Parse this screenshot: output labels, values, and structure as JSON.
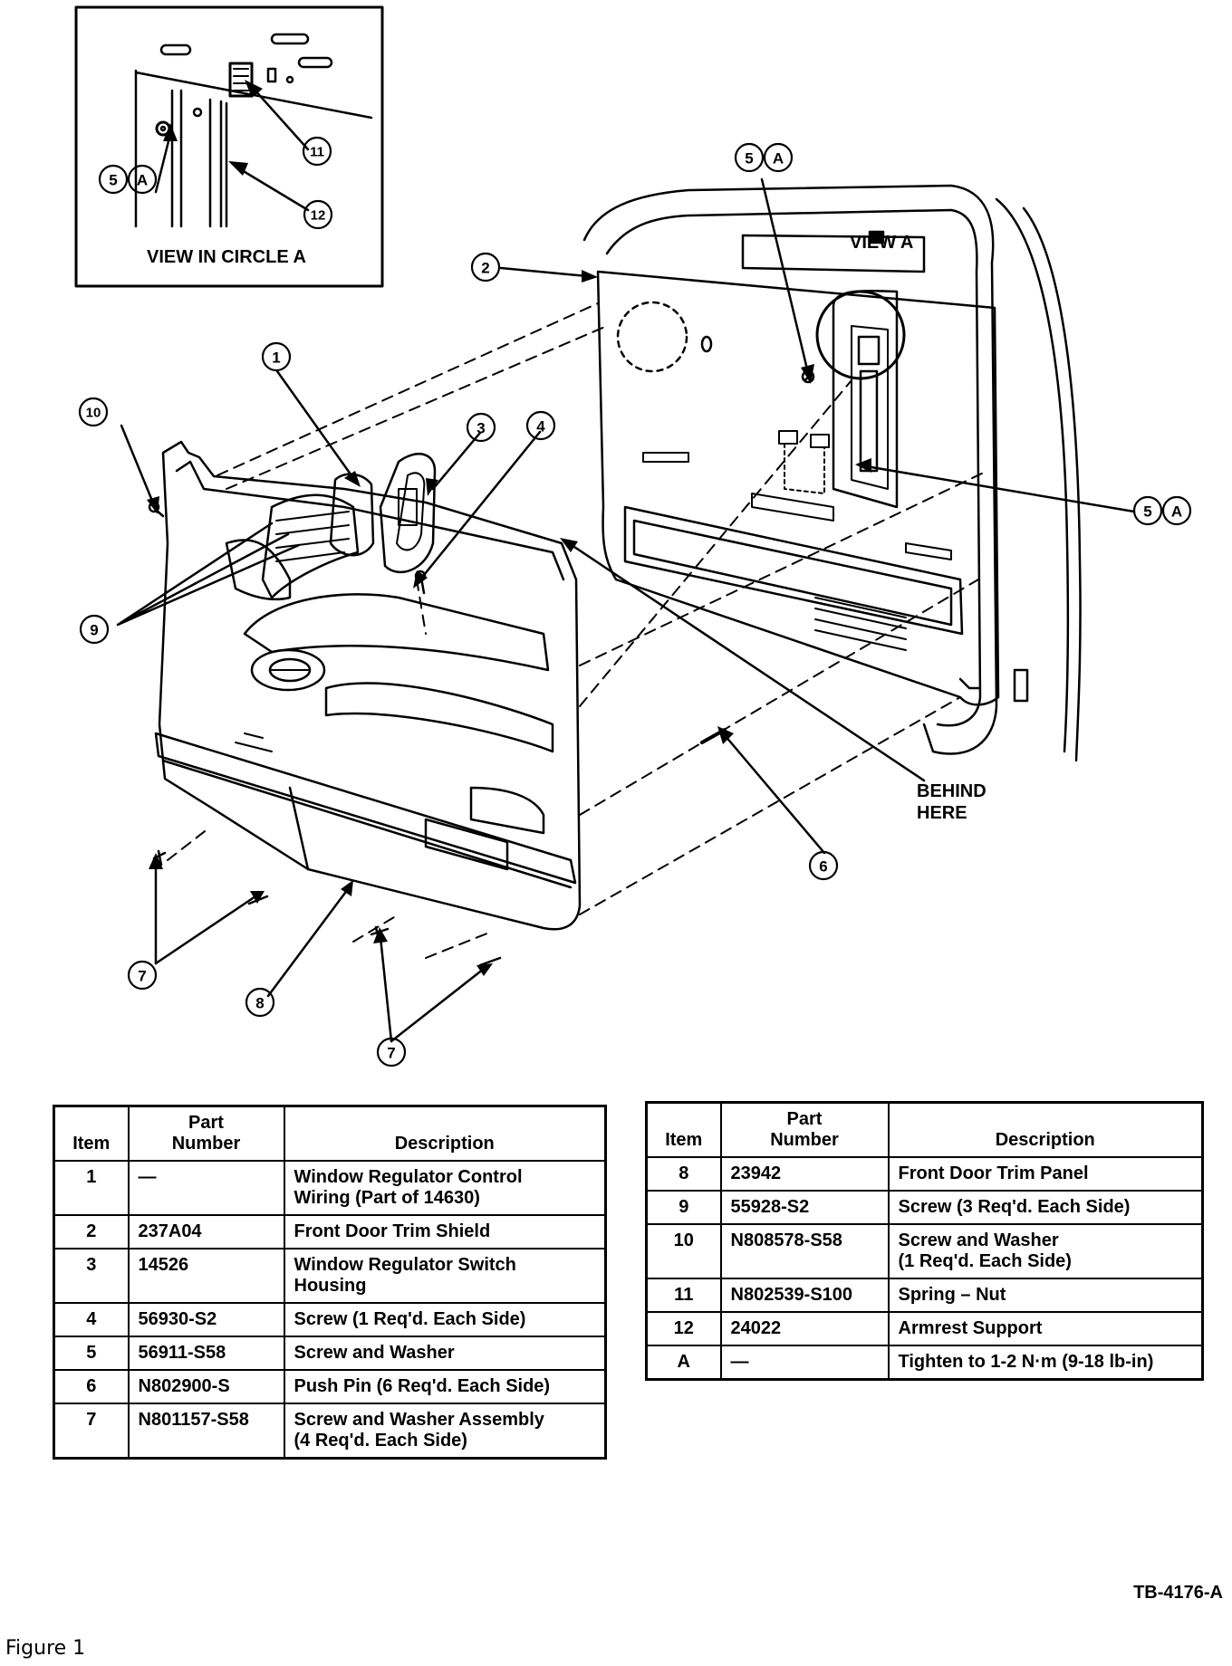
{
  "diagram": {
    "inset_label": "VIEW IN CIRCLE A",
    "view_a_label": "VIEW A",
    "behind_here_label": [
      "BEHIND",
      "HERE"
    ],
    "callouts": {
      "c1": "1",
      "c2": "2",
      "c3": "3",
      "c4": "4",
      "c5_inset": "5",
      "c5_top": "5",
      "c6_right": "5",
      "c6": "6",
      "c7_left": "7",
      "c7_bottom": "7",
      "c8": "8",
      "c9": "9",
      "c10": "10",
      "c11": "11",
      "c12": "12",
      "a": "A"
    }
  },
  "parts_table_left": {
    "headers": {
      "item": "Item",
      "part_number": [
        "Part",
        "Number"
      ],
      "description": "Description"
    },
    "rows": [
      {
        "item": "1",
        "part": "—",
        "desc": [
          "Window Regulator Control",
          "Wiring (Part of 14630)"
        ]
      },
      {
        "item": "2",
        "part": "237A04",
        "desc": [
          "Front Door Trim Shield"
        ]
      },
      {
        "item": "3",
        "part": "14526",
        "desc": [
          "Window Regulator Switch",
          "Housing"
        ]
      },
      {
        "item": "4",
        "part": "56930-S2",
        "desc": [
          "Screw (1 Req'd. Each Side)"
        ]
      },
      {
        "item": "5",
        "part": "56911-S58",
        "desc": [
          "Screw and Washer"
        ]
      },
      {
        "item": "6",
        "part": "N802900-S",
        "desc": [
          "Push Pin (6 Req'd. Each Side)"
        ]
      },
      {
        "item": "7",
        "part": "N801157-S58",
        "desc": [
          "Screw and Washer Assembly",
          "(4 Req'd. Each Side)"
        ]
      }
    ]
  },
  "parts_table_right": {
    "headers": {
      "item": "Item",
      "part_number": [
        "Part",
        "Number"
      ],
      "description": "Description"
    },
    "rows": [
      {
        "item": "8",
        "part": "23942",
        "desc": [
          "Front Door Trim Panel"
        ]
      },
      {
        "item": "9",
        "part": "55928-S2",
        "desc": [
          "Screw (3 Req'd. Each Side)"
        ]
      },
      {
        "item": "10",
        "part": "N808578-S58",
        "desc": [
          "Screw and Washer",
          "(1 Req'd. Each Side)"
        ]
      },
      {
        "item": "11",
        "part": "N802539-S100",
        "desc": [
          "Spring – Nut"
        ]
      },
      {
        "item": "12",
        "part": "24022",
        "desc": [
          "Armrest Support"
        ]
      },
      {
        "item": "A",
        "part": "—",
        "desc": [
          "Tighten to 1-2 N·m (9-18 lb-in)"
        ]
      }
    ]
  },
  "drawing_number": "TB-4176-A",
  "figure_caption": "Figure 1"
}
